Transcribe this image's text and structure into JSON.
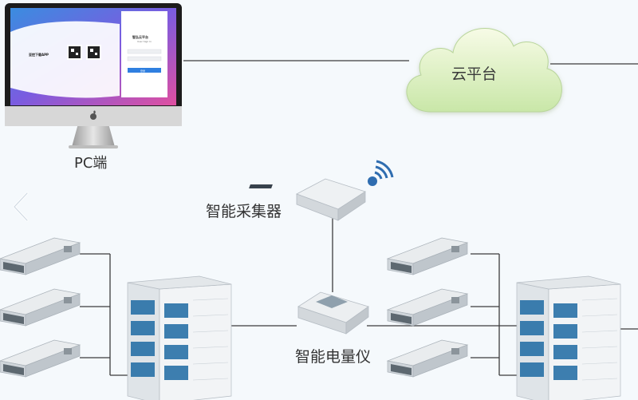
{
  "labels": {
    "pc": "PC端",
    "cloud": "云平台",
    "collector": "智能采集器",
    "meter": "智能电量仪"
  },
  "monitor_screen": {
    "app_name": "亚控下载APP",
    "login_title": "智弘云平台",
    "login_subtitle": "User Sign In",
    "login_button": "登录"
  },
  "colors": {
    "line": "#3c3c3c",
    "cloud_fill_top": "#f7fbe6",
    "cloud_fill_bottom": "#c9e7a8",
    "wifi": "#2f6db0",
    "unit_accent": "#1e6aa3"
  },
  "icons": [
    "apple-icon",
    "wifi-signal-icon",
    "chevron-left-icon"
  ]
}
